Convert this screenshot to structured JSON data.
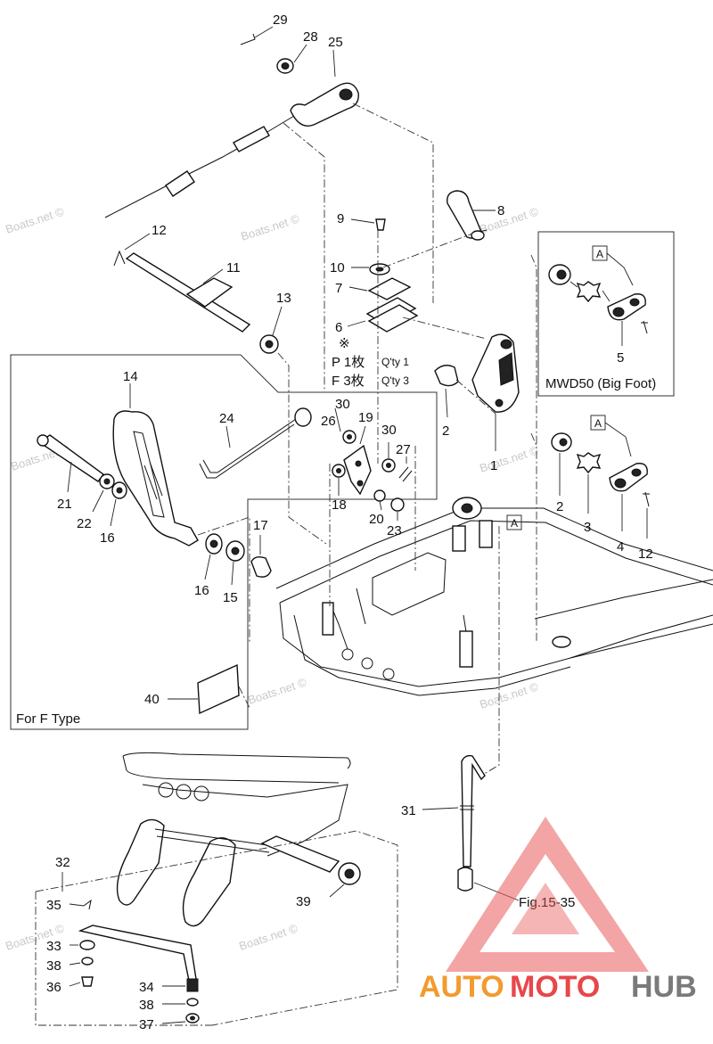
{
  "diagram": {
    "callouts": {
      "p1": "1",
      "p2a": "2",
      "p2b": "2",
      "p3": "3",
      "p4": "4",
      "p5": "5",
      "p6": "6",
      "p7": "7",
      "p8": "8",
      "p9": "9",
      "p10": "10",
      "p11": "11",
      "p12a": "12",
      "p12b": "12",
      "p13": "13",
      "p14": "14",
      "p15": "15",
      "p16a": "16",
      "p16b": "16",
      "p17": "17",
      "p18": "18",
      "p19": "19",
      "p20": "20",
      "p21": "21",
      "p22": "22",
      "p23": "23",
      "p24": "24",
      "p25": "25",
      "p26": "26",
      "p27": "27",
      "p28": "28",
      "p29": "29",
      "p30a": "30",
      "p30b": "30",
      "p31": "31",
      "p32": "32",
      "p33": "33",
      "p34": "34",
      "p35": "35",
      "p36": "36",
      "p37": "37",
      "p38a": "38",
      "p38b": "38",
      "p39": "39",
      "p40": "40"
    },
    "ref_mark": "※",
    "qty_note": {
      "p_line": "P 1枚",
      "p_qty": "Q'ty 1",
      "f_line": "F 3枚",
      "f_qty": "Q'ty 3"
    },
    "box_marker": "A",
    "box_labels": {
      "big_foot": "MWD50 (Big Foot)",
      "f_type": "For F Type"
    },
    "figure_ref": "Fig.15-35",
    "watermark": "Boats.net ©",
    "brand_logo": {
      "part1": "AUTO",
      "part2": "MOTO",
      "part3": "HUB",
      "colors": {
        "auto": "#f29b2e",
        "moto": "#e8474a",
        "hub": "#7a7a7a",
        "triangle": "#ea5a5a"
      }
    }
  }
}
